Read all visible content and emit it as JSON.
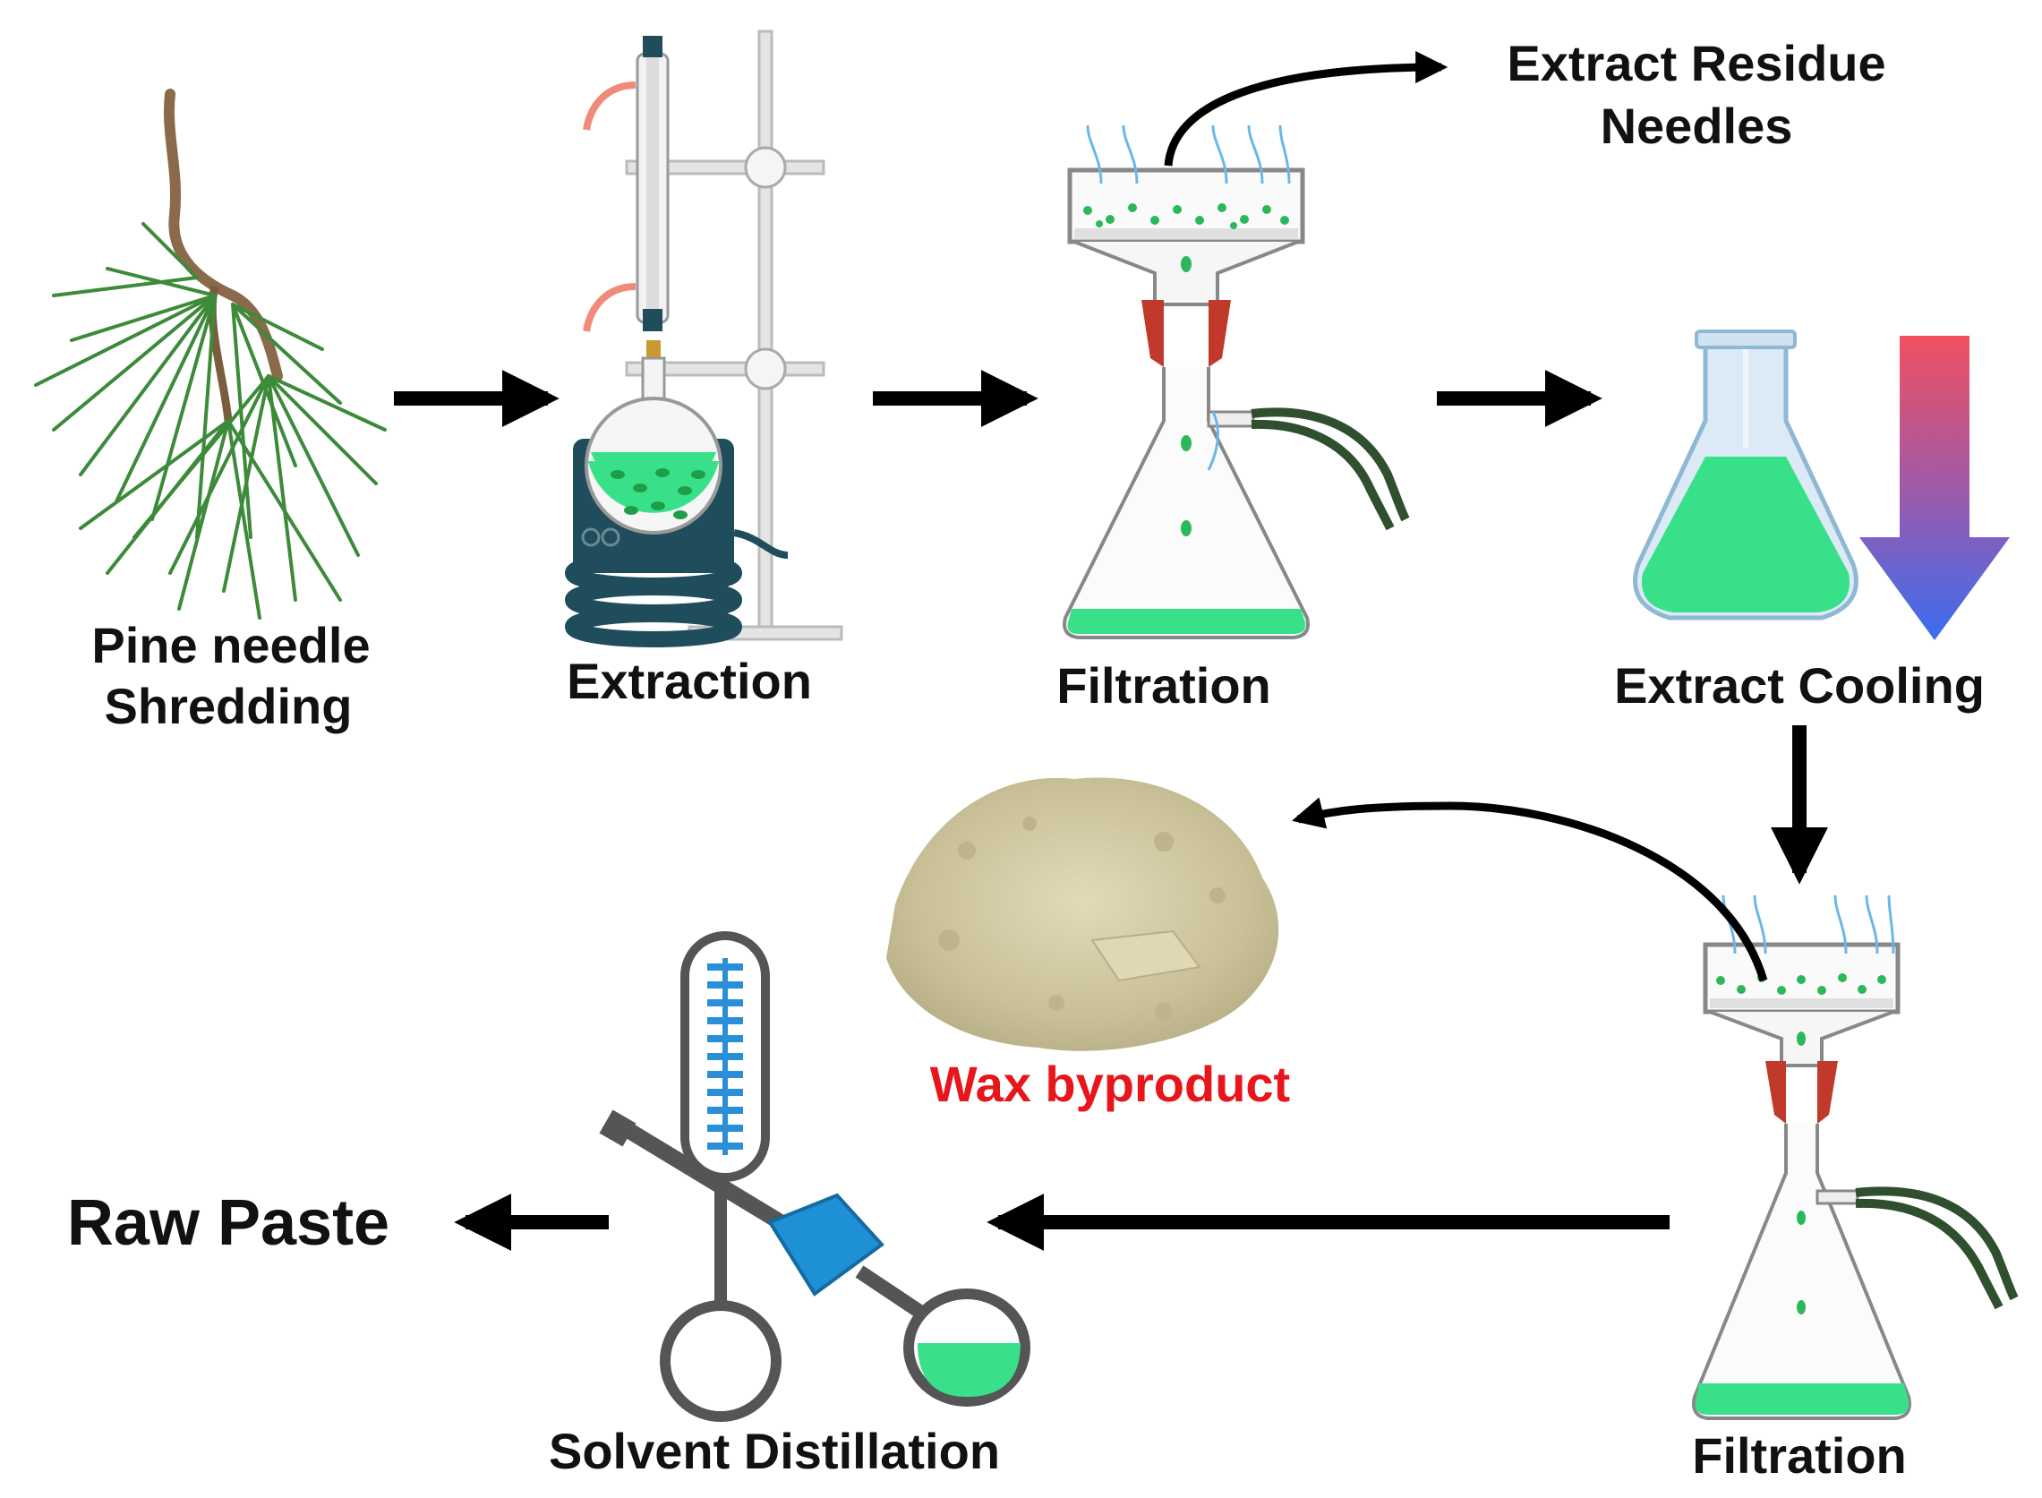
{
  "labels": {
    "pine_needle_line1": "Pine needle",
    "pine_needle_line2": "Shredding",
    "extraction": "Extraction",
    "filtration_top": "Filtration",
    "extract_residue_line1": "Extract Residue",
    "extract_residue_line2": "Needles",
    "extract_cooling": "Extract Cooling",
    "wax_byproduct": "Wax byproduct",
    "filtration_bottom": "Filtration",
    "solvent_distillation": "Solvent Distillation",
    "raw_paste": "Raw Paste"
  },
  "colors": {
    "arrow": "#000000",
    "text": "#111111",
    "wax_text": "#e8151b",
    "liquid_green": "#38e08a",
    "particle_green": "#2bb85a",
    "heater_teal": "#1f4d5c",
    "stopper_red": "#c0392b",
    "condenser_blue": "#2a8fd6",
    "joint_blue": "#1e90d6",
    "cooling_hot": "#f05060",
    "cooling_cold": "#3a6cf0",
    "wax_powder": "#cfc6a0",
    "pine_green": "#3c8a3a",
    "twig_brown": "#8a6a4a"
  },
  "icons": [
    "pine-branch-icon",
    "extraction-apparatus-icon",
    "filtration-flask-icon",
    "cooling-flask-icon",
    "temperature-down-arrow-icon",
    "wax-powder-icon",
    "rotary-evaporator-icon"
  ]
}
